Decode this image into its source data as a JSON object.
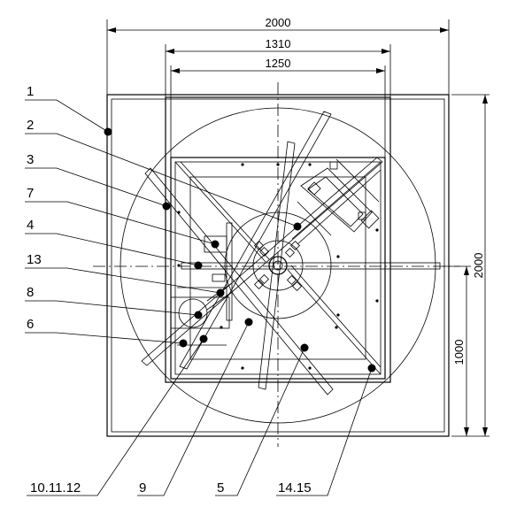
{
  "dimensions": {
    "overall_width": "2000",
    "inner_width": "1310",
    "frame_width": "1250",
    "overall_height": "2000",
    "lower_height": "1000"
  },
  "callouts": [
    {
      "id": "c1",
      "label": "1"
    },
    {
      "id": "c2",
      "label": "2"
    },
    {
      "id": "c3",
      "label": "3"
    },
    {
      "id": "c7",
      "label": "7"
    },
    {
      "id": "c4",
      "label": "4"
    },
    {
      "id": "c13",
      "label": "13"
    },
    {
      "id": "c8",
      "label": "8"
    },
    {
      "id": "c6",
      "label": "6"
    },
    {
      "id": "c10",
      "label": "10.11.12"
    },
    {
      "id": "c9",
      "label": "9"
    },
    {
      "id": "c5",
      "label": "5"
    },
    {
      "id": "c14",
      "label": "14.15"
    }
  ]
}
